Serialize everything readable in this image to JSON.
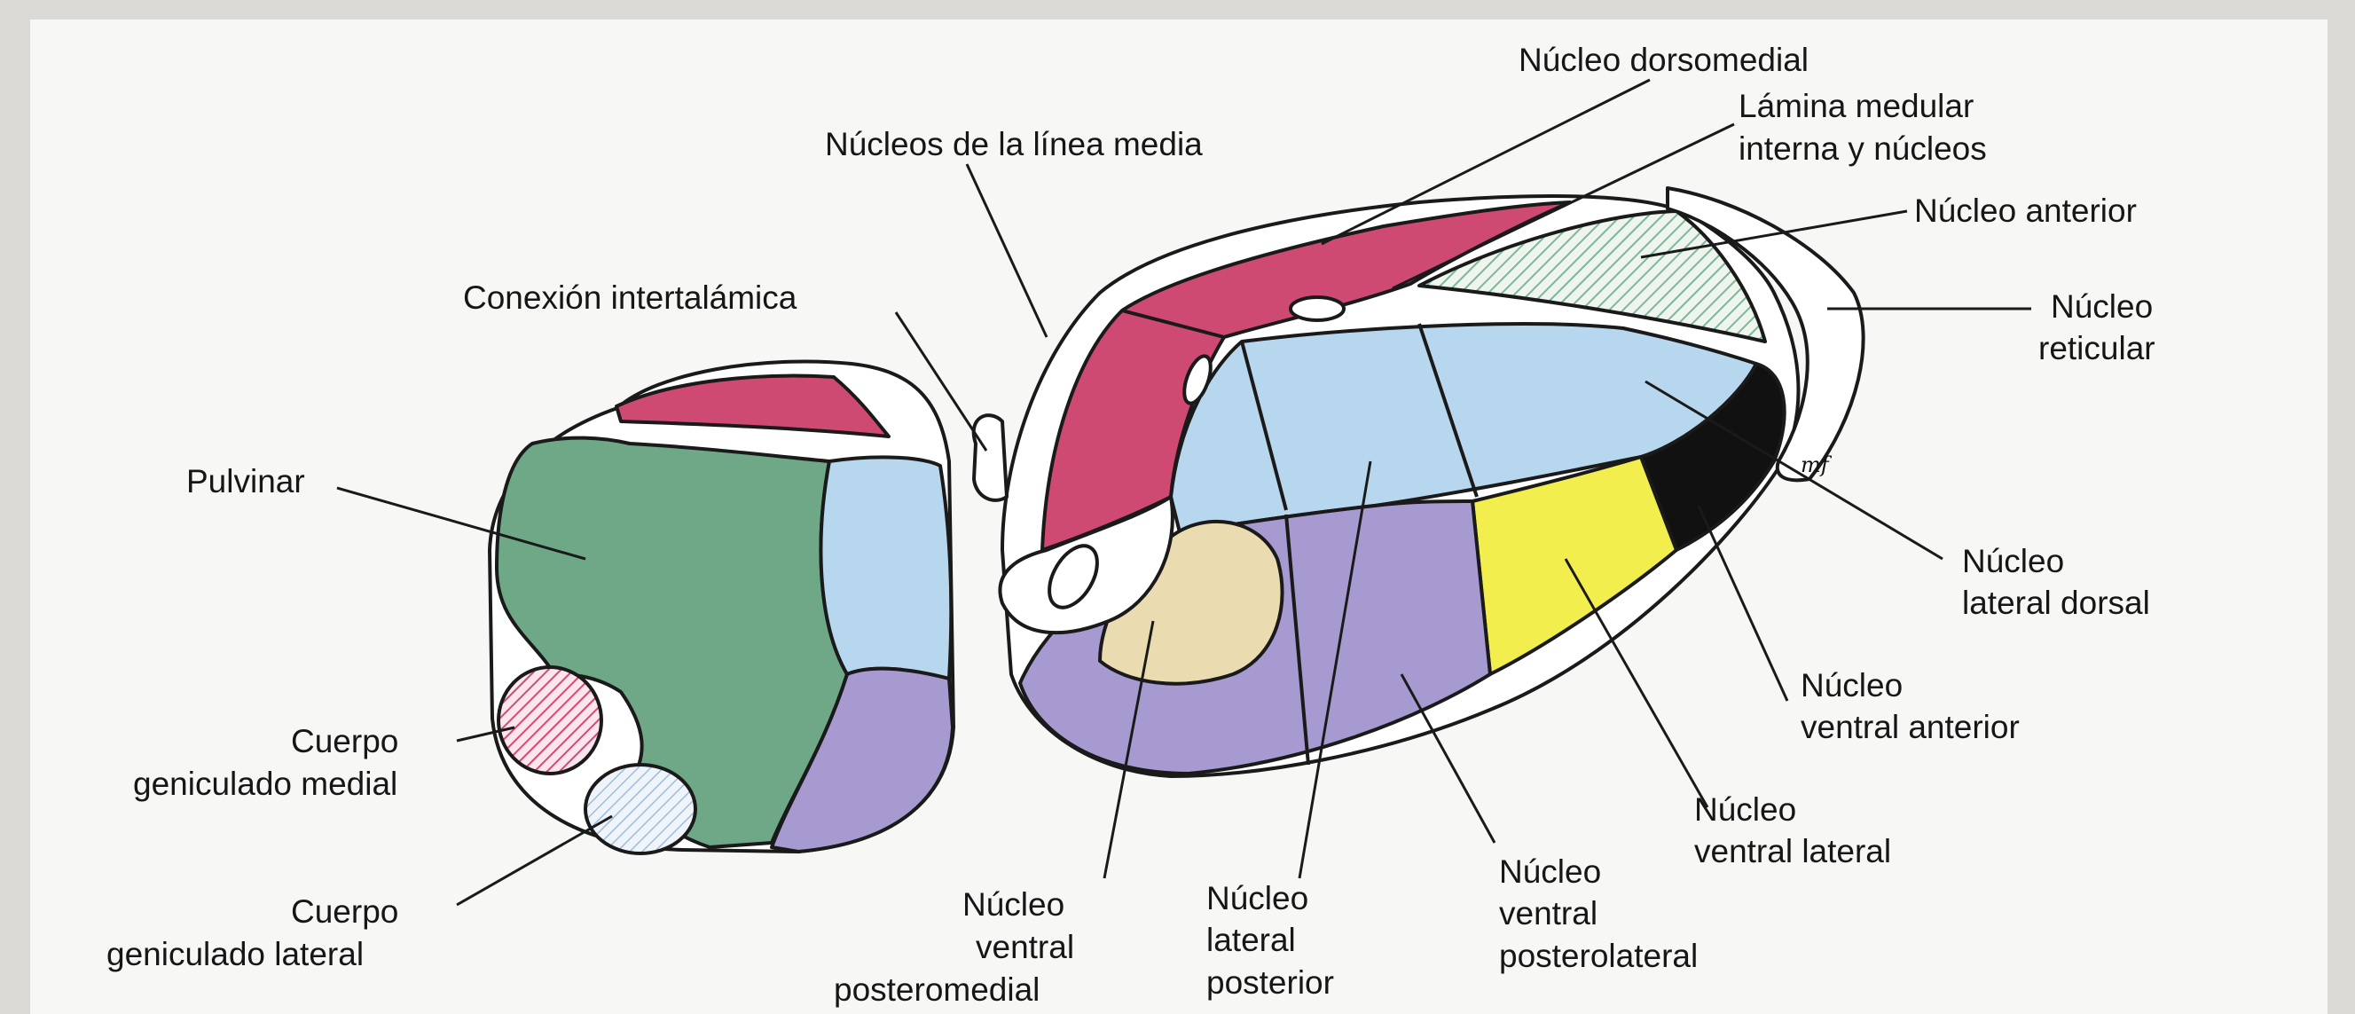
{
  "colors": {
    "background": "#e9e7e4",
    "page": "#f7f7f6",
    "crimson": "#cf4a73",
    "light_blue": "#b7d7ef",
    "green": "#6fa887",
    "lavender": "#a79ad0",
    "yellow": "#f1ee4e",
    "black": "#111111",
    "tan": "#eadcb0",
    "hatch_green": "#7fb696",
    "hatch_pink": "#d24a77",
    "hatch_blue": "#9fbcd8"
  },
  "labels": {
    "dorsomedial": "Núcleo dorsomedial",
    "lamina_1": "Lámina medular",
    "lamina_2": "interna y núcleos",
    "linea_media": "Núcleos de la línea media",
    "anterior": "Núcleo anterior",
    "conexion": "Conexión intertalámica",
    "reticular_1": "Núcleo",
    "reticular_2": "reticular",
    "pulvinar": "Pulvinar",
    "lat_dorsal_1": "Núcleo",
    "lat_dorsal_2": "lateral dorsal",
    "gen_medial_1": "Cuerpo",
    "gen_medial_2": "geniculado medial",
    "vent_ant_1": "Núcleo",
    "vent_ant_2": "ventral anterior",
    "vent_lat_1": "Núcleo",
    "vent_lat_2": "ventral lateral",
    "gen_lateral_1": "Cuerpo",
    "gen_lateral_2": "geniculado lateral",
    "vpm_1": "Núcleo",
    "vpm_2": "ventral",
    "vpm_3": "posteromedial",
    "lp_1": "Núcleo",
    "lp_2": "lateral",
    "lp_3": "posterior",
    "vpl_1": "Núcleo",
    "vpl_2": "ventral",
    "vpl_3": "posterolateral",
    "handwritten_mark": "mf"
  }
}
